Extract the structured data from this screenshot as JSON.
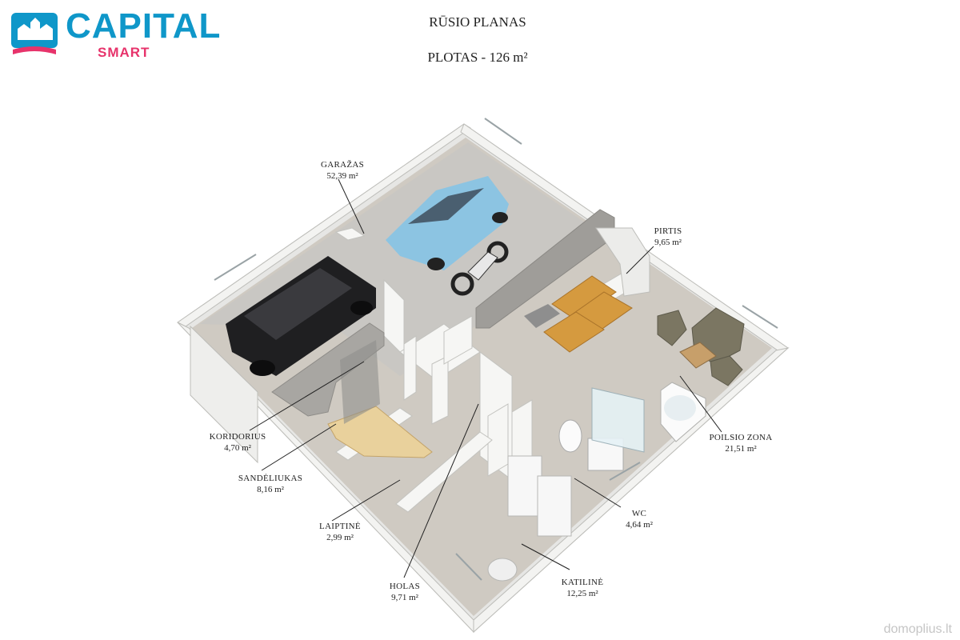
{
  "brand": {
    "name": "CAPITAL",
    "sub": "SMART"
  },
  "header": {
    "title": "RŪSIO PLANAS",
    "area": "PLOTAS - 126 m²"
  },
  "rooms": [
    {
      "name": "GARAŽAS",
      "area": "52,39 m²"
    },
    {
      "name": "PIRTIS",
      "area": "9,65 m²"
    },
    {
      "name": "KORIDORIUS",
      "area": "4,70 m²"
    },
    {
      "name": "SANDĖLIUKAS",
      "area": "8,16 m²"
    },
    {
      "name": "LAIPTINĖ",
      "area": "2,99 m²"
    },
    {
      "name": "HOLAS",
      "area": "9,71 m²"
    },
    {
      "name": "KATILINĖ",
      "area": "12,25 m²"
    },
    {
      "name": "WC",
      "area": "4,64 m²"
    },
    {
      "name": "POILSIO ZONA",
      "area": "21,51 m²"
    }
  ],
  "watermark": "domoplius.lt",
  "colors": {
    "brand_blue": "#0f97c9",
    "brand_pink": "#e7336b",
    "floor": "#cfcac2",
    "garage_floor": "#c9c7c3",
    "wall": "#f3f3f1"
  }
}
